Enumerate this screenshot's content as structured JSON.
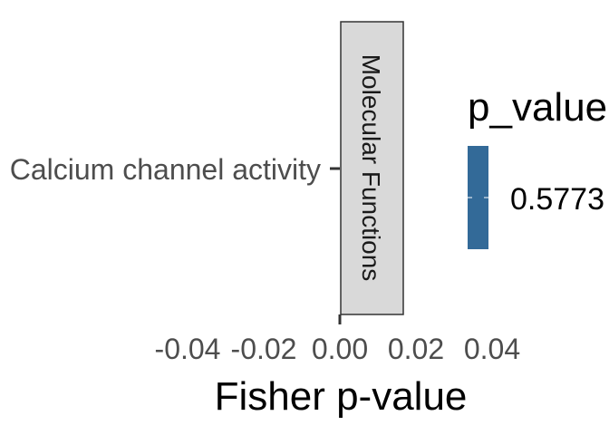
{
  "chart_data": {
    "type": "bar",
    "orientation": "horizontal",
    "categories": [
      "Calcium channel activity"
    ],
    "values": [
      0
    ],
    "fill_values": [
      0.5773
    ],
    "facet": "Molecular Functions",
    "xlabel": "Fisher p-value",
    "ylabel": "",
    "xticks": [
      "-0.04",
      "-0.02",
      "0.00",
      "0.02",
      "0.04"
    ],
    "xlim": [
      -0.05,
      0.05
    ],
    "grid": false,
    "legend": {
      "title": "p_value",
      "labels": [
        "0.5773"
      ],
      "placement": "right",
      "color": "#336a98"
    },
    "colors": {
      "strip_fill": "#d9d9d9",
      "strip_border": "#333333",
      "tick_text": "#4d4d4d"
    }
  }
}
